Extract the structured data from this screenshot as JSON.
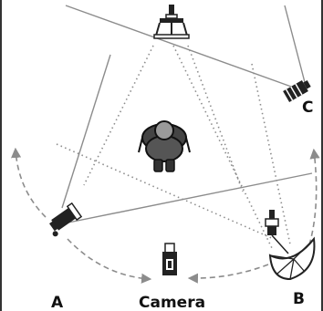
{
  "labels": {
    "light_a": "A",
    "light_b": "B",
    "light_c": "C",
    "camera": "Camera"
  },
  "icons": {
    "subject": "person-top-view-icon",
    "camera": "camera-icon",
    "top_light": "light-stand-icon",
    "light_a": "spotlight-icon",
    "light_b": "umbrella-light-icon",
    "light_c": "spotlight-icon"
  },
  "colors": {
    "line": "#8c8c8c",
    "frame": "#333333",
    "ink": "#111111"
  }
}
